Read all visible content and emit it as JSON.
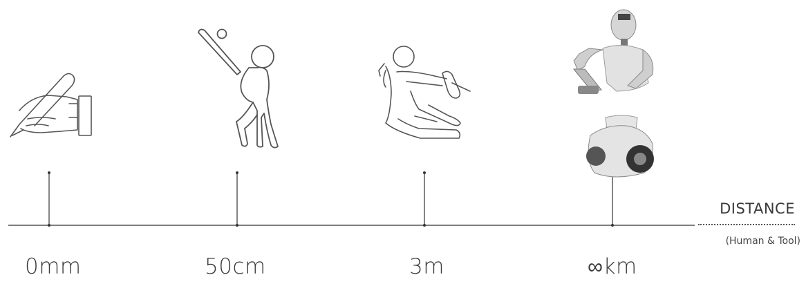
{
  "axis": {
    "title": "DISTANCE",
    "subtitle": "(Human & Tool)"
  },
  "stages": [
    {
      "label": "0mm",
      "icon": "hand-writing-icon"
    },
    {
      "label": "50cm",
      "icon": "baseball-batter-icon"
    },
    {
      "label": "3m",
      "icon": "driver-seat-icon"
    },
    {
      "label": "∞km",
      "icon": "robot-icon"
    }
  ],
  "colors": {
    "line": "#333333",
    "icon": "#555555",
    "robot": "#d9d9d9"
  }
}
